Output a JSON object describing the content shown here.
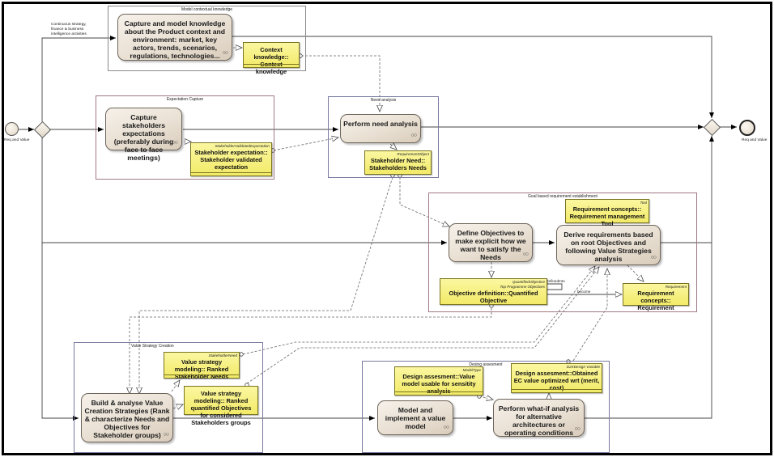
{
  "diagram": {
    "type": "BPMN process diagram",
    "start_event": {
      "label": "Req and Value"
    },
    "end_event": {
      "label": "Req and Value"
    },
    "flow_labels": {
      "continuous": "Continuous strategy,\nfinance & business\nintelligence activities",
      "refined_into": "refinedInto",
      "become": "become"
    },
    "regions": [
      {
        "id": "contextual",
        "title": "Model contextual knowledge"
      },
      {
        "id": "expectation",
        "title": "Expectation Capture"
      },
      {
        "id": "need",
        "title": "Need analysis"
      },
      {
        "id": "goal",
        "title": "Goal based requirement establishment"
      },
      {
        "id": "value",
        "title": "Value Strategy Creation"
      },
      {
        "id": "design",
        "title": "Desing assesment"
      }
    ],
    "tasks": [
      {
        "id": "capture_model",
        "label": "Capture and model knowledge about the Product context and environment: market, key actors, trends, scenarios, regulations, technologies..."
      },
      {
        "id": "capture_expect",
        "label": "Capture stakeholders expectations (preferably during face to face meetings)"
      },
      {
        "id": "need_analysis",
        "label": "Perform need analysis"
      },
      {
        "id": "define_obj",
        "label": "Define Objectives to make explicit how we want to satisfy the Needs"
      },
      {
        "id": "derive_req",
        "label": "Derive requirements based on root Objectives and following Value Strategies analysis"
      },
      {
        "id": "build_value",
        "label": "Build & analyse Value Creation Strategies (Rank & characterize Needs and Objectives for Stakeholder groups)"
      },
      {
        "id": "model_value",
        "label": "Model and implement a value model"
      },
      {
        "id": "what_if",
        "label": "Perform what-if analysis for alternative architectures or operating conditions"
      }
    ],
    "data_objects": [
      {
        "id": "context_knowledge",
        "stereotype": "",
        "stereotype2": "",
        "label": "Context knowledge:: Context knowledge"
      },
      {
        "id": "stakeholder_expectation",
        "stereotype": "StakeholderValidatedExpectation",
        "stereotype2": "",
        "label": "Stakeholder expectation:: Stakeholder validated expectation"
      },
      {
        "id": "stakeholder_need",
        "stereotype": "RequirementObject",
        "stereotype2": "",
        "label": "Stakeholder Need:: Stakeholders Needs"
      },
      {
        "id": "req_tool",
        "stereotype": "Tool",
        "stereotype2": "",
        "label": "Requirement concepts:: Requirement management Tool"
      },
      {
        "id": "objective_def",
        "stereotype": "QuantifiedObjective",
        "stereotype2": "Top Programme Objectives",
        "label": "Objective definition::Quantified Objective"
      },
      {
        "id": "req_concepts",
        "stereotype": "Requirement",
        "stereotype2": "",
        "label": "Requirement concepts:: Requirement"
      },
      {
        "id": "ranked_needs",
        "stereotype": "StakeholderNeed",
        "stereotype2": "",
        "label": "Value strategy modeling:: Ranked Stakeholder Needs"
      },
      {
        "id": "ranked_objectives",
        "stereotype": "",
        "stereotype2": "",
        "label": "Value strategy modeling:: Ranked quantified Objectives for considered Stakeholders groups"
      },
      {
        "id": "value_model",
        "stereotype": "ModelType",
        "stereotype2": "",
        "label": "Design assesment::Value model usable for sensitity analysis"
      },
      {
        "id": "obtained_ec",
        "stereotype": "D2XDesign Variable",
        "stereotype2": "",
        "label": "Design assesment::Obtained EC value optimized wrt (merit, cost)"
      }
    ],
    "loop_marker": "○○"
  }
}
